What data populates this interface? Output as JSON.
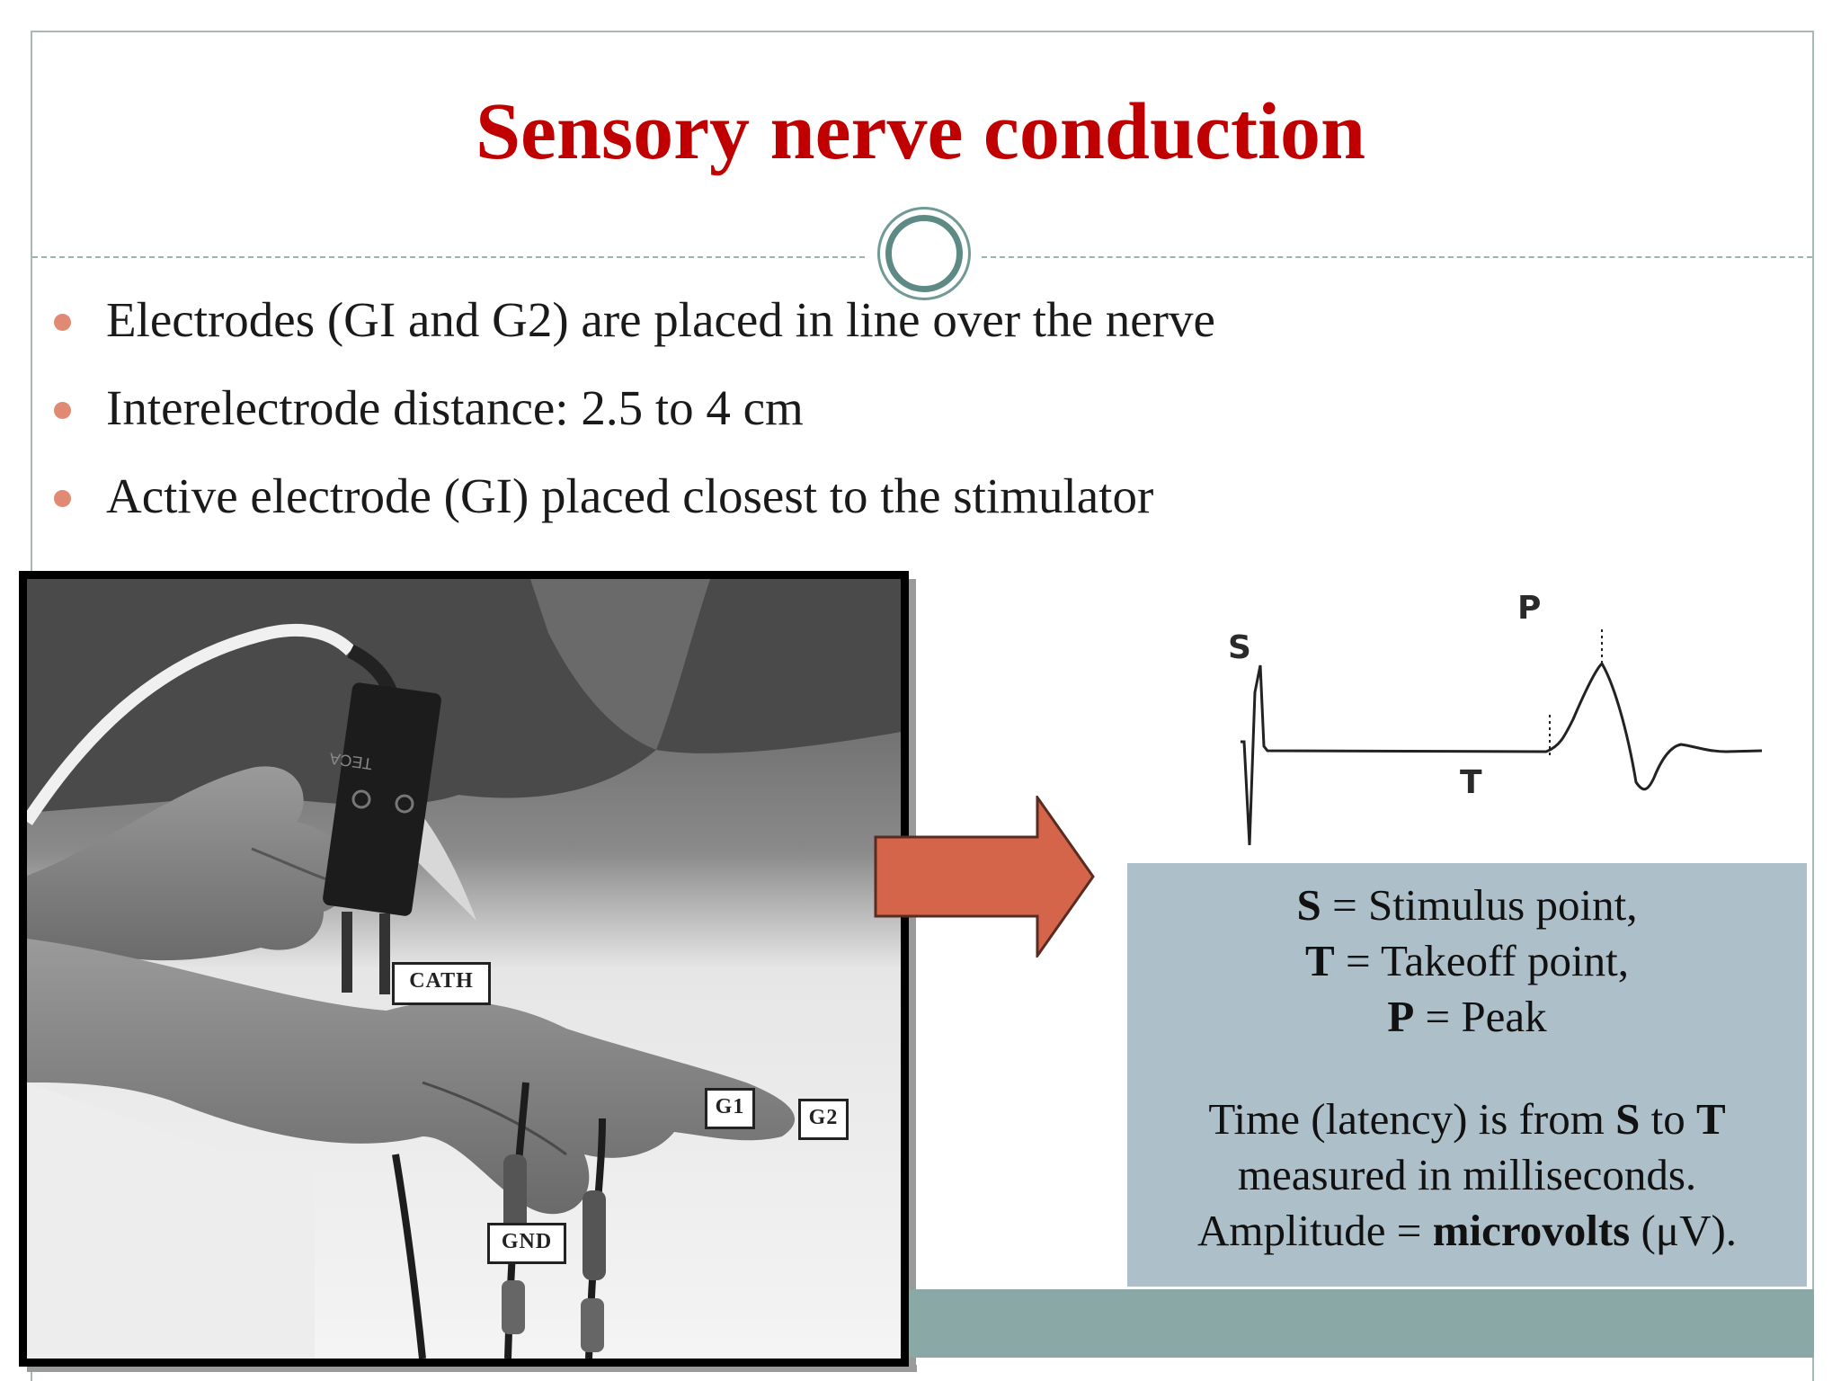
{
  "title": "Sensory nerve conduction",
  "colors": {
    "title": "#c00000",
    "bullet_dot": "#e08a74",
    "arrow_fill": "#d4654b",
    "legend_bg": "#adbfc9",
    "band": "#8aa9a6"
  },
  "bullets": [
    "Electrodes (GI and G2) are placed in line over the nerve",
    "Interelectrode distance:  2.5 to 4 cm",
    "Active electrode (GI) placed closest to the stimulator"
  ],
  "photo": {
    "device_text": "TECA",
    "labels": {
      "cath": "CATH",
      "g1": "G1",
      "g2": "G2",
      "gnd": "GND"
    }
  },
  "waveform": {
    "labels": {
      "s": "S",
      "t": "T",
      "p": "P"
    }
  },
  "legend": {
    "s_key": "S",
    "s_text": " = Stimulus point,",
    "t_key": "T",
    "t_text": " = Takeoff point,",
    "p_key": "P",
    "p_text": " = Peak",
    "latency_pre": "Time (latency) is from ",
    "latency_s": "S",
    "latency_mid": " to ",
    "latency_t": "T",
    "measured": "measured in milliseconds.",
    "amp_pre": "Amplitude = ",
    "amp_unit": "microvolts",
    "amp_post": " (μV)."
  }
}
